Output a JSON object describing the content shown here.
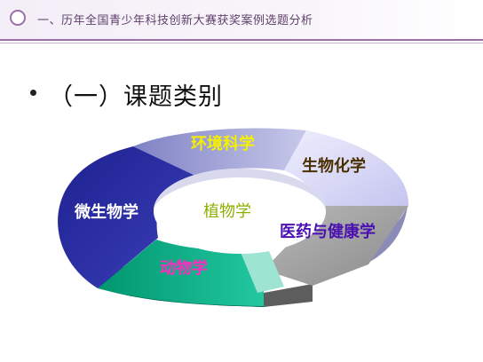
{
  "header": {
    "title": "一、历年全国青少年科技创新大赛获奖案例选题分析"
  },
  "section": {
    "heading": "（一）课题类别"
  },
  "diagram": {
    "center_label": "植物学",
    "segments": [
      {
        "key": "env",
        "label": "环境科学",
        "color": "#a9abd8",
        "label_color": "#f4f000"
      },
      {
        "key": "bio",
        "label": "生物化学",
        "color": "#dcdcf8",
        "label_color": "#4a3000"
      },
      {
        "key": "med",
        "label": "医药与健康学",
        "color": "#a7a7a7",
        "label_color": "#4a10b0"
      },
      {
        "key": "ani",
        "label": "动物学",
        "color": "#00a985",
        "label_color": "#ff2bc0"
      },
      {
        "key": "mic",
        "label": "微生物学",
        "color": "#2b2ea0",
        "label_color": "#ffffff"
      }
    ],
    "center_label_color": "#8bb000"
  }
}
